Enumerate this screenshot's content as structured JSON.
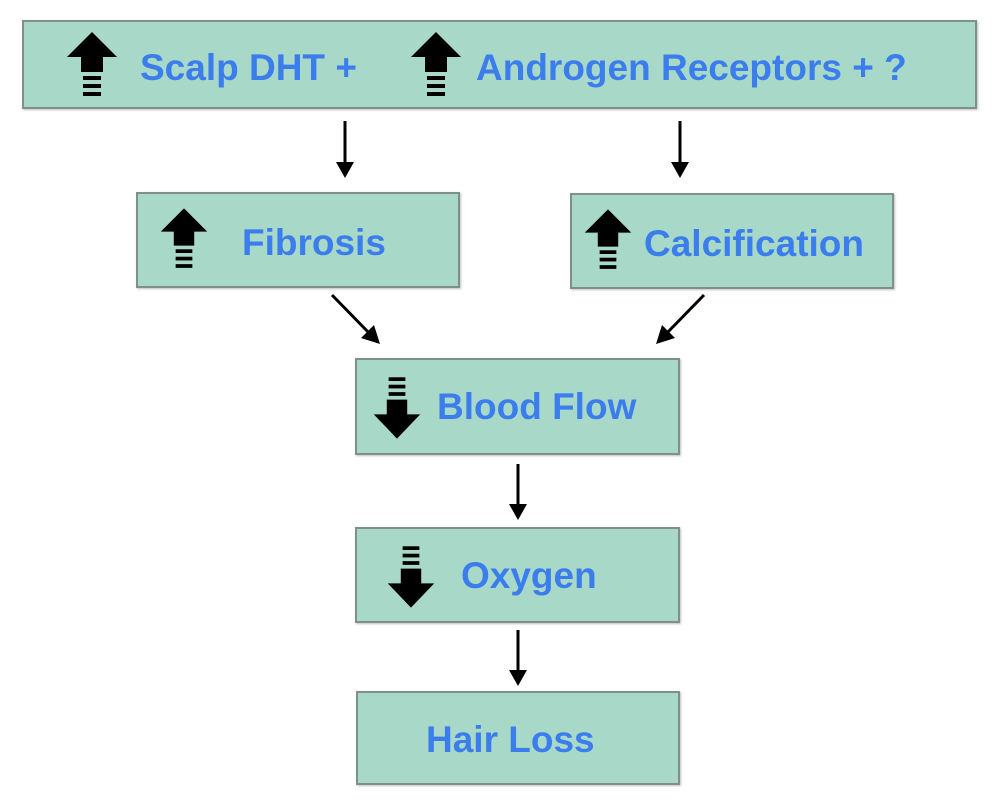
{
  "colors": {
    "box_fill": "#a8d8c8",
    "text": "#3b7ded",
    "arrow": "#000000"
  },
  "icons": {
    "increase": "up-arrow-icon",
    "decrease": "down-arrow-icon"
  },
  "nodes": {
    "top": {
      "part1": "Scalp DHT +",
      "part2": "Androgen Receptors + ?"
    },
    "fibrosis": "Fibrosis",
    "calcification": "Calcification",
    "blood_flow": "Blood Flow",
    "oxygen": "Oxygen",
    "hair_loss": "Hair Loss"
  }
}
